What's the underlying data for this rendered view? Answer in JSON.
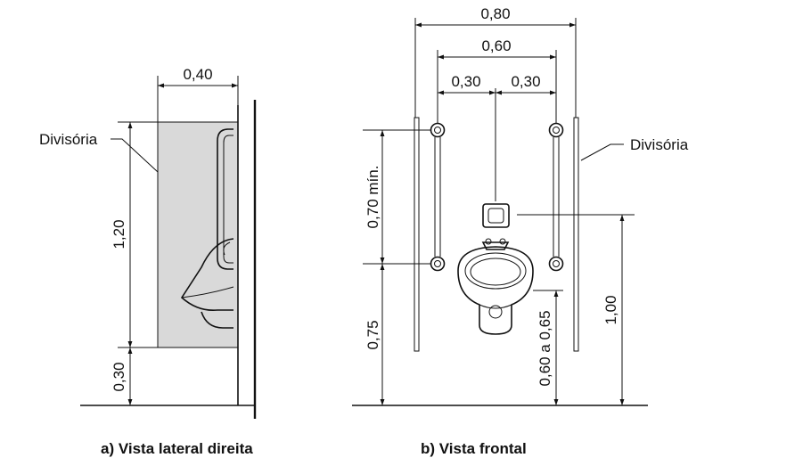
{
  "side_view": {
    "caption": "a) Vista lateral direita",
    "label_partition": "Divisória",
    "dim_width": "0,40",
    "dim_height": "1,20",
    "dim_base": "0,30"
  },
  "front_view": {
    "caption": "b) Vista frontal",
    "label_partition": "Divisória",
    "dim_total_width": "0,80",
    "dim_bar_spacing": "0,60",
    "dim_half_left": "0,30",
    "dim_half_right": "0,30",
    "dim_bar_length": "0,70 mín.",
    "dim_bar_height": "0,75",
    "dim_rim_height": "0,60 a 0,65",
    "dim_flush_height": "1,00"
  },
  "colors": {
    "partition_fill": "#d9d9d9",
    "line": "#111111"
  }
}
